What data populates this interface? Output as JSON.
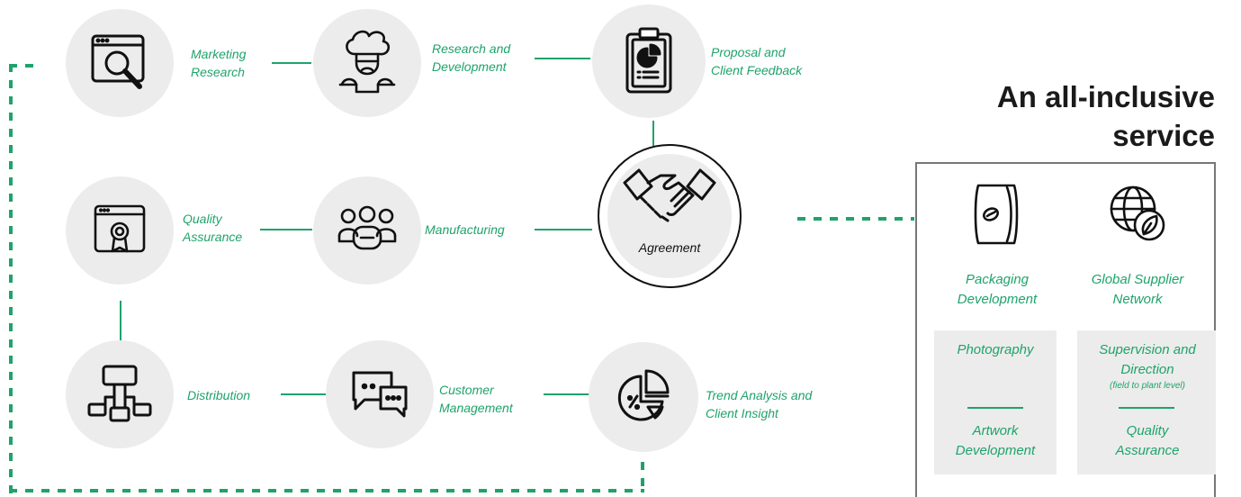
{
  "title": {
    "line1": "An all-inclusive",
    "line2": "service"
  },
  "nodes": {
    "marketing_research": {
      "line1": "Marketing",
      "line2": "Research"
    },
    "research_development": {
      "line1": "Research and",
      "line2": "Development"
    },
    "proposal_feedback": {
      "line1": "Proposal and",
      "line2": "Client Feedback"
    },
    "quality_assurance": {
      "line1": "Quality",
      "line2": "Assurance"
    },
    "manufacturing": {
      "line1": "Manufacturing"
    },
    "agreement": {
      "line1": "Agreement"
    },
    "distribution": {
      "line1": "Distribution"
    },
    "customer_management": {
      "line1": "Customer",
      "line2": "Management"
    },
    "trend_analysis": {
      "line1": "Trend Analysis and",
      "line2": "Client Insight"
    }
  },
  "panel": {
    "packaging": {
      "line1": "Packaging",
      "line2": "Development"
    },
    "global_supplier": {
      "line1": "Global Supplier",
      "line2": "Network"
    },
    "photography": "Photography",
    "artwork": {
      "line1": "Artwork",
      "line2": "Development"
    },
    "supervision": {
      "line1": "Supervision and",
      "line2": "Direction",
      "note": "(field to plant level)"
    },
    "quality": {
      "line1": "Quality",
      "line2": "Assurance"
    }
  },
  "icons": [
    "browser-search-icon",
    "chef-icon",
    "clipboard-chart-icon",
    "certificate-icon",
    "team-icon",
    "handshake-icon",
    "network-icon",
    "chat-icon",
    "pie-chart-icon",
    "seed-bag-icon",
    "globe-leaf-icon"
  ],
  "colors": {
    "accent": "#1fa36b",
    "circle": "#ececec",
    "panel_border": "#777777",
    "title": "#1a1a1a"
  }
}
